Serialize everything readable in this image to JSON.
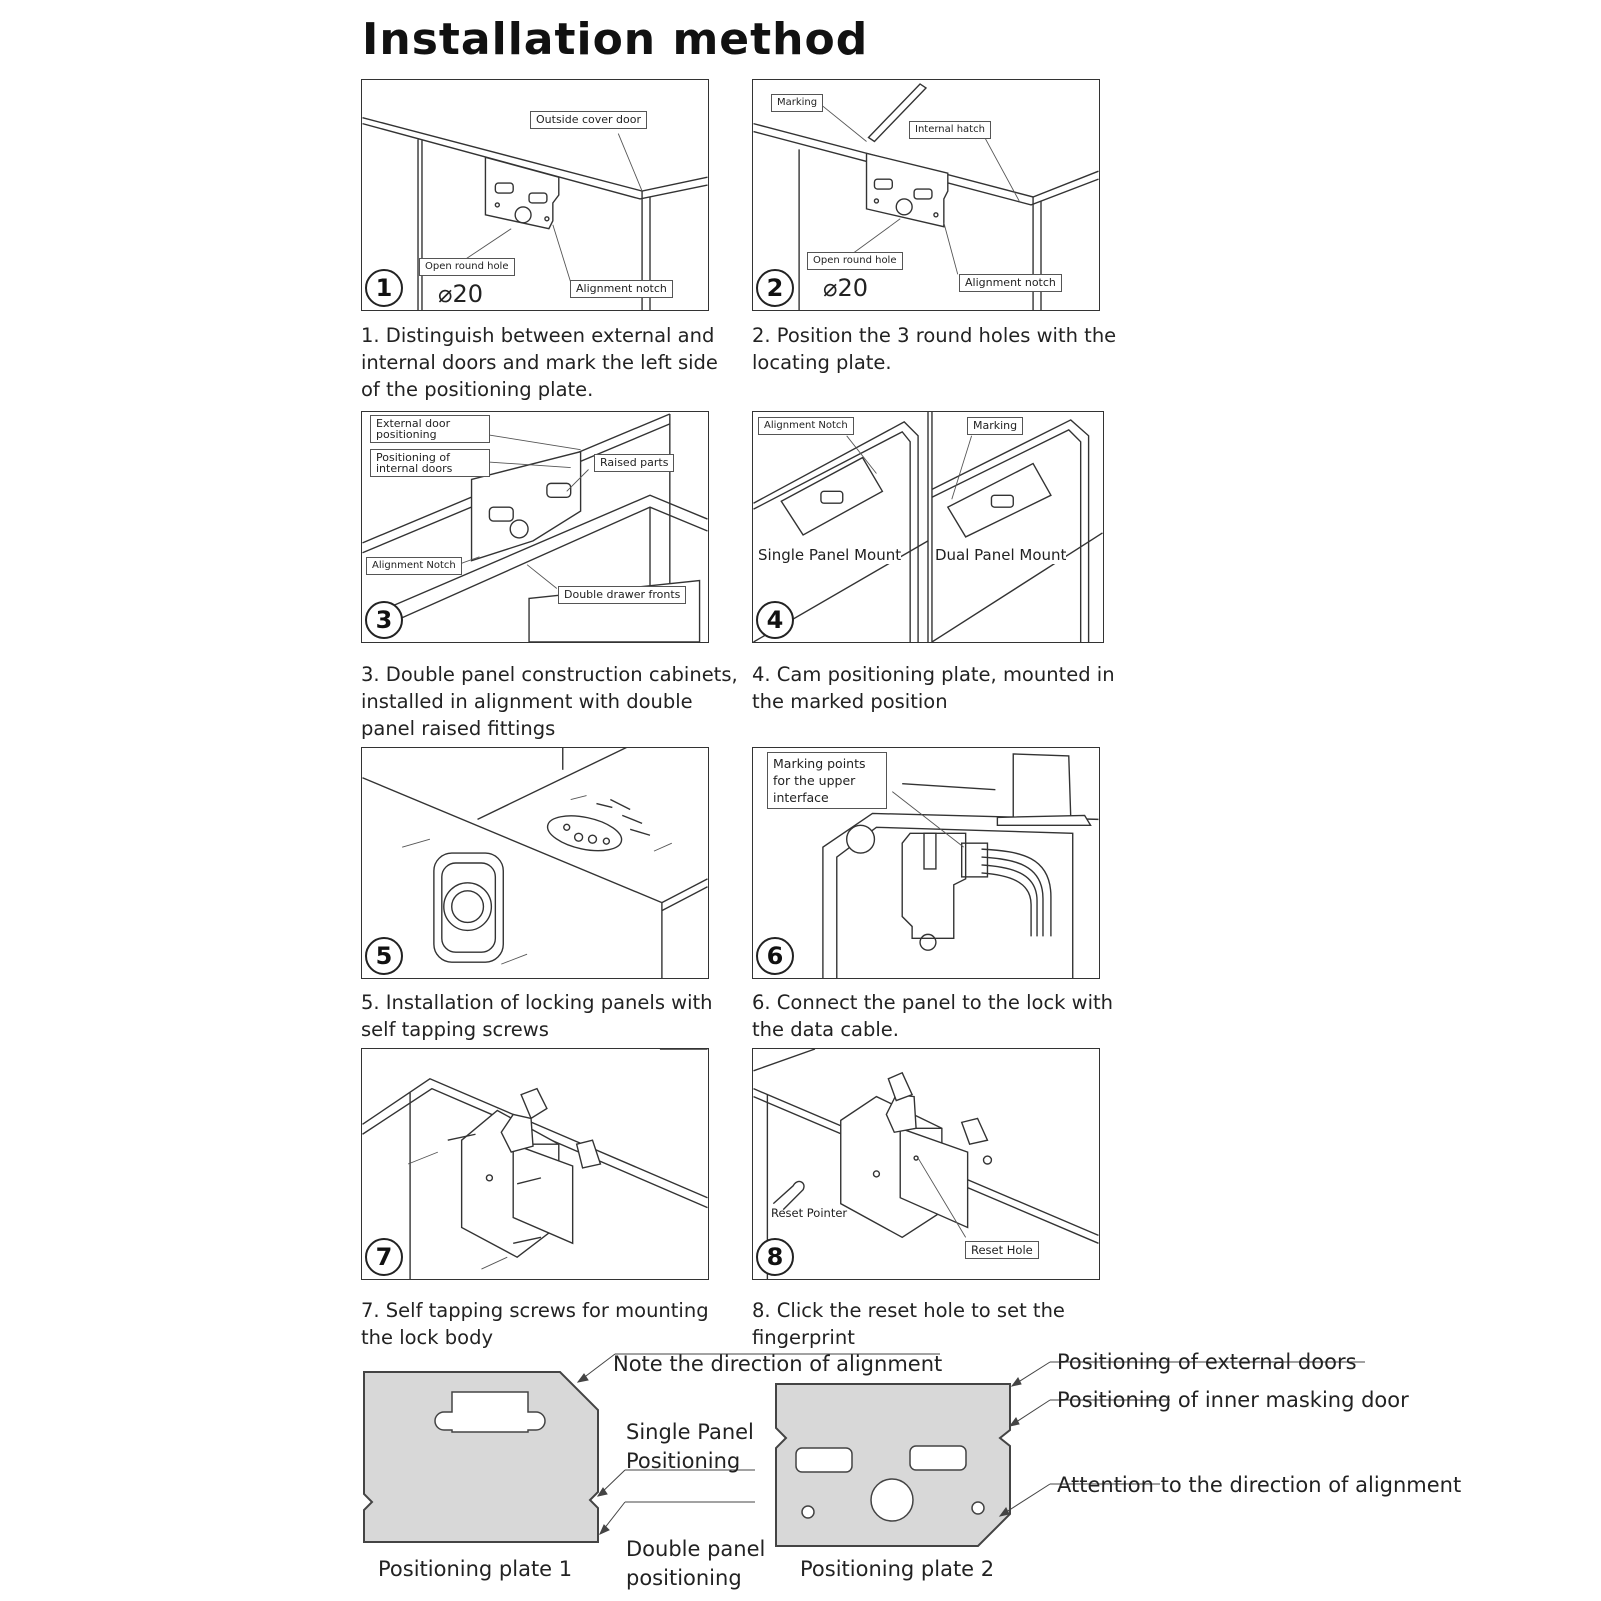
{
  "title": "Installation method",
  "steps": [
    {
      "number": "1",
      "caption": "1. Distinguish between external and internal doors and mark the left side of the positioning plate.",
      "labels": {
        "outside_cover_door": "Outside cover door",
        "open_round_hole": "Open round hole",
        "alignment_notch": "Alignment notch",
        "diameter": "⌀20"
      }
    },
    {
      "number": "2",
      "caption": "2. Position the 3 round holes with the locating plate.",
      "labels": {
        "marking": "Marking",
        "internal_hatch": "Internal hatch",
        "open_round_hole": "Open round hole",
        "alignment_notch": "Alignment notch",
        "diameter": "⌀20"
      }
    },
    {
      "number": "3",
      "caption": "3. Double panel construction cabinets, installed in alignment with double panel raised fittings",
      "labels": {
        "external_door_positioning": "External door positioning",
        "positioning_internal_doors": "Positioning of internal doors",
        "raised_parts": "Raised parts",
        "alignment_notch": "Alignment Notch",
        "double_drawer_fronts": "Double drawer fronts"
      }
    },
    {
      "number": "4",
      "caption": "4. Cam positioning plate, mounted in the marked position",
      "labels": {
        "alignment_notch": "Alignment Notch",
        "marking": "Marking",
        "single_panel_mount": "Single Panel Mount",
        "dual_panel_mount": "Dual Panel Mount"
      }
    },
    {
      "number": "5",
      "caption": "5. Installation of locking panels with self tapping screws",
      "labels": {}
    },
    {
      "number": "6",
      "caption": "6. Connect the panel to the lock with the data cable.",
      "labels": {
        "marking_points": "Marking points for the upper interface"
      }
    },
    {
      "number": "7",
      "caption": "7. Self tapping screws for mounting the lock body",
      "labels": {}
    },
    {
      "number": "8",
      "caption": "8. Click the reset hole to set the fingerprint",
      "labels": {
        "reset_pointer": "Reset Pointer",
        "reset_hole": "Reset Hole"
      }
    }
  ],
  "bottom": {
    "note_alignment": "Note the direction of alignment",
    "single_panel_positioning": "Single Panel Positioning",
    "double_panel_positioning": "Double panel positioning",
    "plate1": "Positioning plate 1",
    "plate2": "Positioning plate 2",
    "external_doors": "Positioning of external doors",
    "inner_masking_door": "Positioning of inner masking door",
    "attention_alignment": "Attention to the direction of alignment"
  }
}
